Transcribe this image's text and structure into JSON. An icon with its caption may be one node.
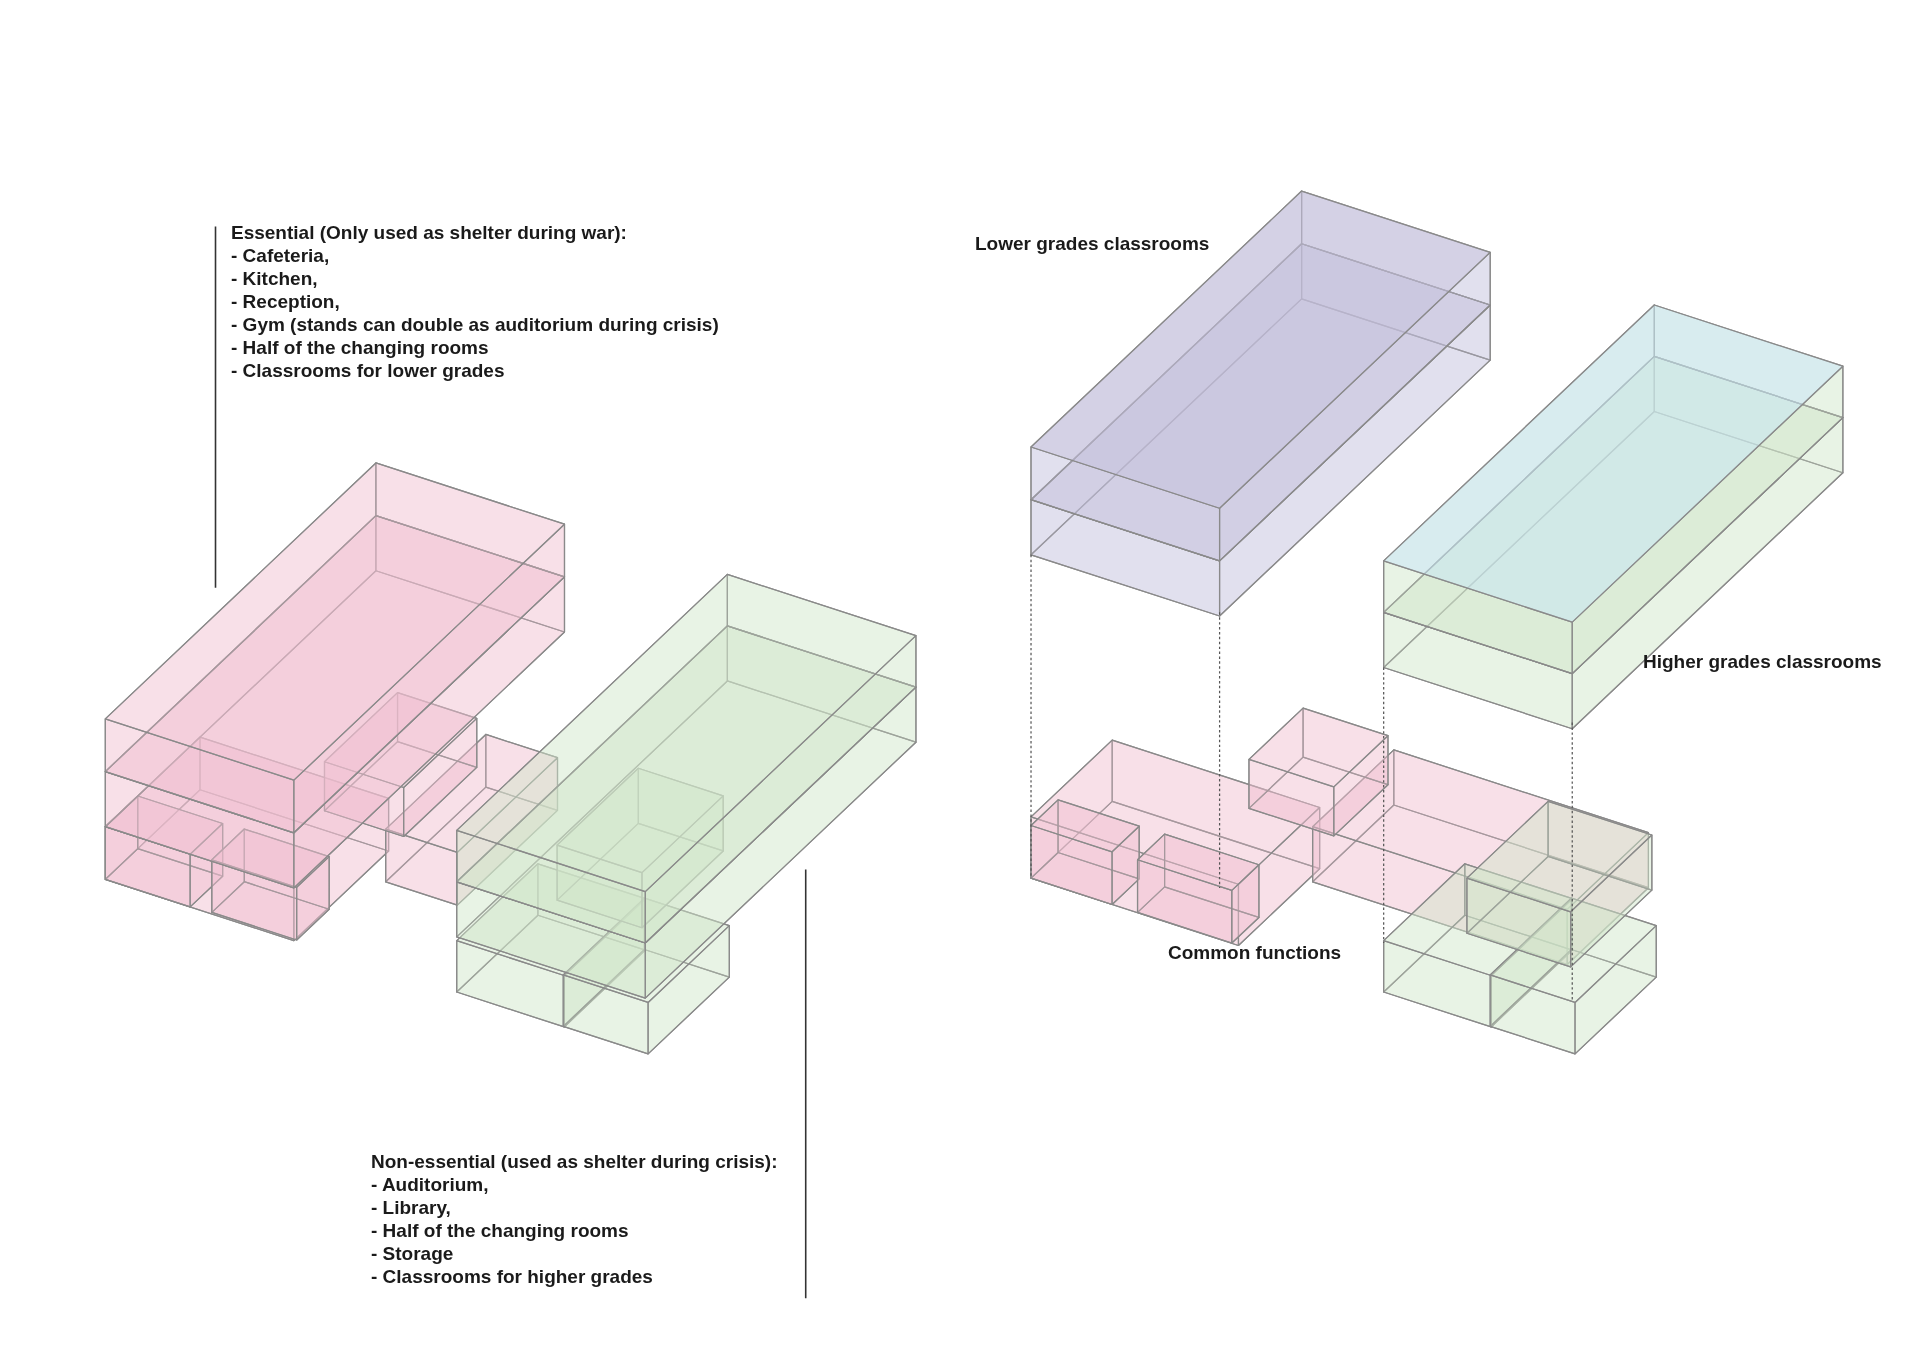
{
  "diagram": {
    "labels": [
      "Essential (Only used as shelter during war):",
      "- Cafeteria,",
      "- Kitchen,",
      "- Reception,",
      "- Gym (stands can double as auditorium during crisis)",
      "- Half of the changing rooms",
      "- Classrooms for lower grades",
      "Lower grades classrooms",
      "Higher grades classrooms",
      "Common functions",
      "Non-essential (used as shelter during crisis):",
      "- Auditorium,",
      "- Library,",
      "- Half of the changing rooms",
      "- Storage",
      "- Classrooms for higher grades"
    ]
  }
}
